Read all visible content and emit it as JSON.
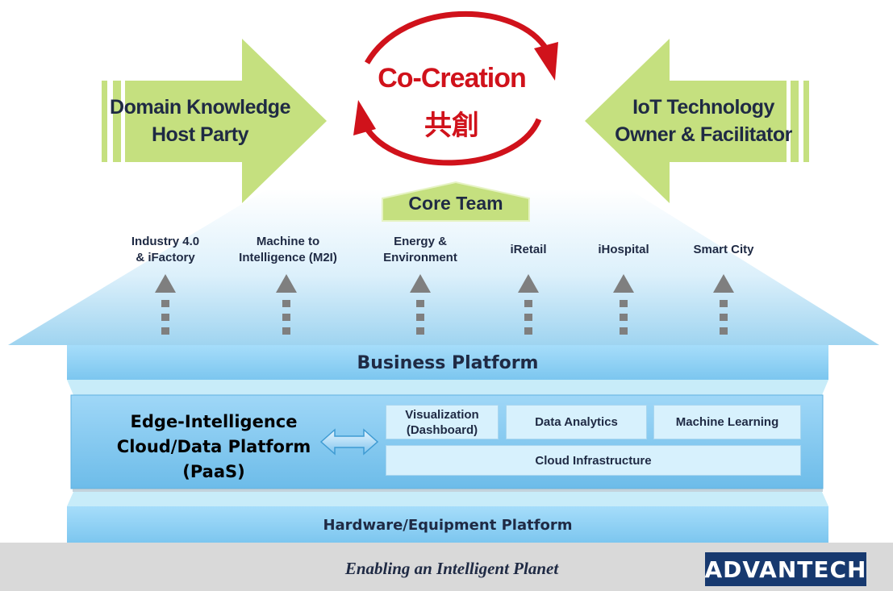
{
  "left_arrow": {
    "line1": "Domain Knowledge",
    "line2": "Host Party"
  },
  "right_arrow": {
    "line1": "IoT Technology",
    "line2": "Owner & Facilitator"
  },
  "center": {
    "title": "Co-Creation",
    "subtitle": "共創"
  },
  "core_team": "Core Team",
  "applications": [
    {
      "line1": "Industry 4.0",
      "line2": "& iFactory"
    },
    {
      "line1": "Machine to",
      "line2": "Intelligence (M2I)"
    },
    {
      "line1": "Energy &",
      "line2": "Environment"
    },
    {
      "line1": "iRetail",
      "line2": ""
    },
    {
      "line1": "iHospital",
      "line2": ""
    },
    {
      "line1": "Smart City",
      "line2": ""
    }
  ],
  "business_platform": "Business Platform",
  "edge_platform": {
    "line1": "Edge-Intelligence",
    "line2": "Cloud/Data Platform",
    "line3": "(PaaS)",
    "modules": {
      "visualization_line1": "Visualization",
      "visualization_line2": "(Dashboard)",
      "data_analytics": "Data Analytics",
      "machine_learning": "Machine Learning",
      "cloud_infrastructure": "Cloud  Infrastructure"
    }
  },
  "hardware_platform": "Hardware/Equipment Platform",
  "footer": {
    "slogan": "Enabling an Intelligent Planet",
    "logo": "ADVANTECH"
  },
  "colors": {
    "arrow_green": "#c5e07f",
    "red": "#d0121b",
    "platform_blue": "#8ed1f6",
    "text_navy": "#1f2a44",
    "logo_blue": "#17396f"
  }
}
